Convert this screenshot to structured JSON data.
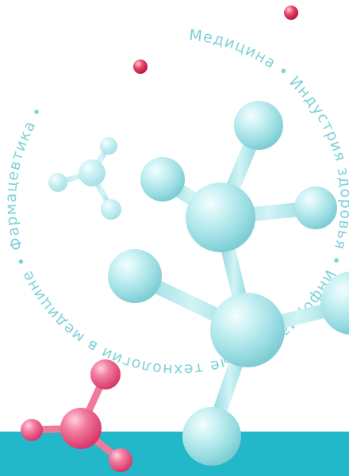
{
  "ring": {
    "segments": [
      "Медицина",
      "Индустрия здоровья",
      "Информационные технологии в медицине",
      "Фармацевтика"
    ],
    "separator": "•"
  },
  "colors": {
    "background": "#ffffff",
    "band": "#22b7c9",
    "ring_text": "#7fd2d8",
    "molecule_blue": "#a8e6ea",
    "molecule_pink": "#ef5a86",
    "dot_red": "#e23a5e"
  },
  "icons": {
    "large_molecule": "blue-molecule-icon",
    "small_molecule": "small-blue-molecule-icon",
    "pink_molecule": "pink-molecule-icon"
  }
}
